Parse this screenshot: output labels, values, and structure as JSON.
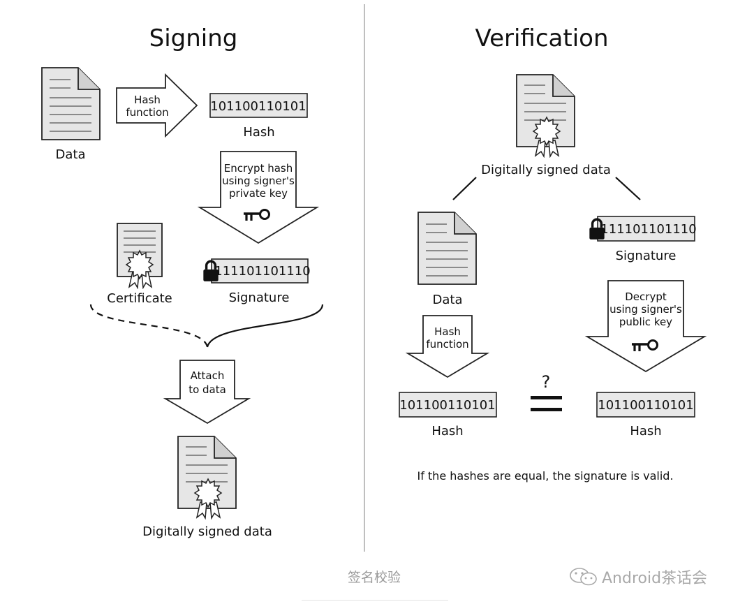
{
  "signing": {
    "title": "Signing",
    "data_label": "Data",
    "hash_function_line1": "Hash",
    "hash_function_line2": "function",
    "hash_value": "101100110101",
    "hash_label": "Hash",
    "encrypt_line1": "Encrypt hash",
    "encrypt_line2": "using signer's",
    "encrypt_line3": "private key",
    "certificate_label": "Certificate",
    "signature_value": "111101101110",
    "signature_label": "Signature",
    "attach_line1": "Attach",
    "attach_line2": "to data",
    "signed_data_label": "Digitally signed data"
  },
  "verification": {
    "title": "Verification",
    "signed_data_label": "Digitally signed data",
    "data_label": "Data",
    "signature_value": "111101101110",
    "signature_label": "Signature",
    "hash_function_line1": "Hash",
    "hash_function_line2": "function",
    "decrypt_line1": "Decrypt",
    "decrypt_line2": "using signer's",
    "decrypt_line3": "public key",
    "left_hash_value": "101100110101",
    "left_hash_label": "Hash",
    "right_hash_value": "101100110101",
    "right_hash_label": "Hash",
    "compare_symbol": "?",
    "conclusion": "If the hashes are equal, the signature is valid."
  },
  "caption": "签名校验",
  "watermark": "Android茶话会",
  "icons": {
    "document": "document-icon",
    "certificate": "certificate-icon",
    "signed_document": "signed-document-icon",
    "key": "key-icon",
    "lock": "lock-icon",
    "wechat": "wechat-icon"
  }
}
